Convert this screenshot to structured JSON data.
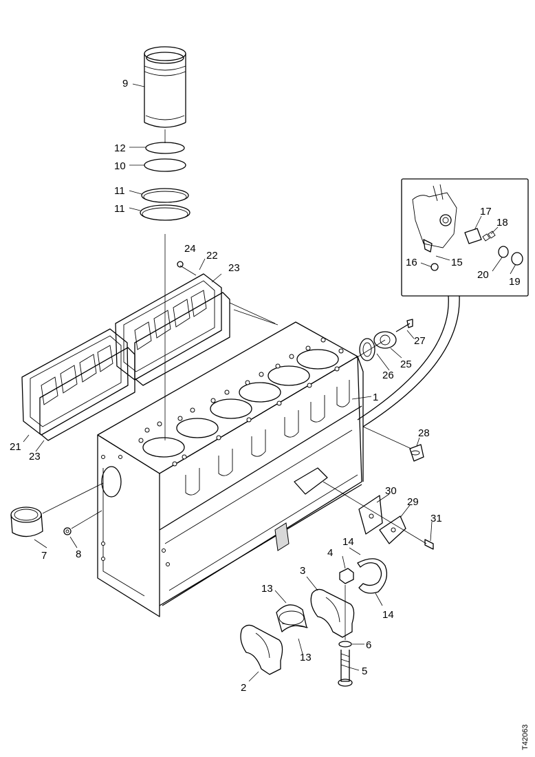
{
  "callouts": [
    "1",
    "2",
    "3",
    "4",
    "5",
    "6",
    "7",
    "8",
    "9",
    "10",
    "11",
    "11",
    "12",
    "13",
    "13",
    "14",
    "14",
    "15",
    "16",
    "17",
    "18",
    "19",
    "20",
    "21",
    "22",
    "23",
    "23",
    "24",
    "25",
    "26",
    "27",
    "28",
    "29",
    "30",
    "31"
  ],
  "drawing_code": "T42063"
}
